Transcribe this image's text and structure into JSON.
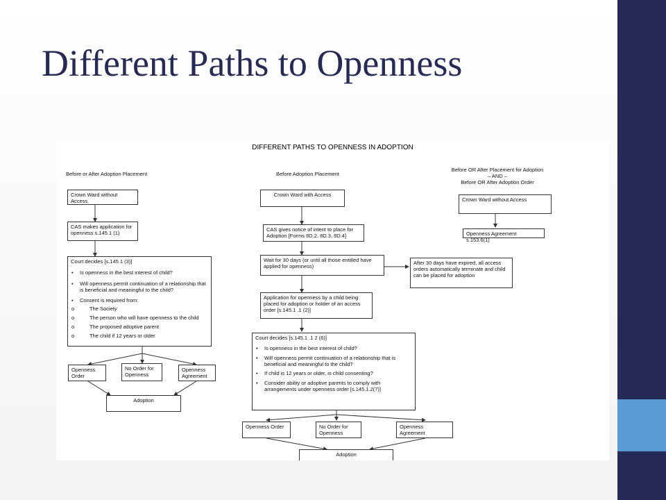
{
  "slide": {
    "title": "Different Paths to Openness"
  },
  "diagram": {
    "title": "DIFFERENT PATHS TO OPENNESS IN ADOPTION",
    "left": {
      "header": "Before or After Adoption Placement",
      "crown_ward": "Crown Ward without Access",
      "cas_application": "CAS makes application for openness  s.145.1 (1)",
      "court_title": "Court decides [s.145.1 (3)]",
      "court_bullets": [
        "Is openness in the best interest of child?",
        "Will openness permit continuation of a relationship that is beneficial and meaningful to the child?",
        "Consent is required from:"
      ],
      "consent_marker": "o",
      "consent_items": [
        "The Society",
        "The person who will have openness to the child",
        "The proposed adoptive parent",
        "The child if 12 years or older"
      ],
      "outcome_order": "Openness Order",
      "outcome_no_order": "No Order for Openness",
      "outcome_agreement": "Openness Agreement",
      "adoption": "Adoption"
    },
    "middle": {
      "header": "Before Adoption Placement",
      "crown_ward": "Crown Ward with Access",
      "cas_notice": "CAS gives notice of intent to place for Adoption [Forms 8D.2, 8D.3, 8D.4]",
      "wait": "Wait for 30 days (or until all those entitled have applied for openness)",
      "after_30": "After 30 days have expired, all access orders automatically terminate and child can be placed for adoption",
      "application": "Application for openness by a child being placed for adoption or holder of an access order  [s.145.1  .1 (2)]",
      "court_title": "Court decides [s.145.1  .1 2 (6)]",
      "court_bullets": [
        "Is openness in the best interest of child?",
        "Will openness permit continuation of a relationship that is beneficial and meaningful to the child?",
        "If child is 12 years or older, is child consenting?",
        "Consider ability or adoptive parents to comply with arrangements under openness order [s.145.1.2(7)]"
      ],
      "outcome_order": "Openness Order",
      "outcome_no_order": "No Order for Openness",
      "outcome_agreement": "Openness Agreement",
      "adoption": "Adoption"
    },
    "right": {
      "header_line1": "Before OR After Placement for Adoption",
      "header_line2": "– AND –",
      "header_line3": "Before OR After Adoption Order",
      "crown_ward": "Crown Ward without Access",
      "agreement": "Openness Agreement s.153.6(1)"
    }
  }
}
